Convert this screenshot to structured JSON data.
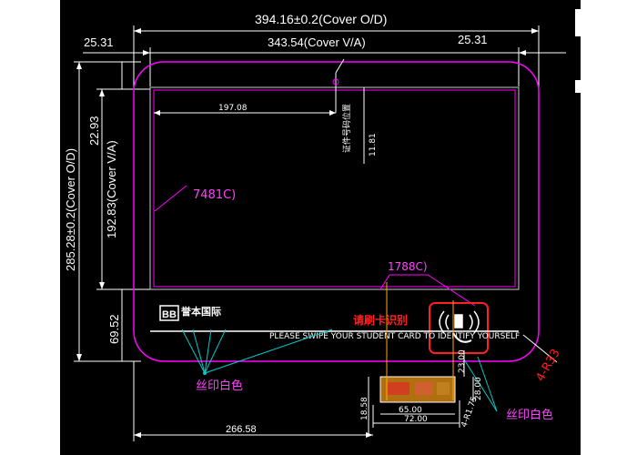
{
  "colors": {
    "background": "#000000",
    "dimension_lines": "#ffffff",
    "cover_outline": "#ff00ff",
    "viewing_area": "#ff00ff",
    "inner_frame": "#cccccc",
    "annotation_text": "#ff44ff",
    "card_zone": "#ff2020",
    "leader_lines": "#00cccc"
  },
  "dimensions": {
    "cover_width": "394.16±0.2(Cover O/D)",
    "va_width": "343.54(Cover  V/A)",
    "left_margin": "25.31",
    "right_margin": "25.31",
    "cover_height": "285.28±0.2(Cover O/D)",
    "va_height": "192.83(Cover  V/A)",
    "top_margin": "22.93",
    "bottom_margin": "69.52",
    "inner_width": "197.08",
    "inner_offset_top": "11.81",
    "fpc_offset": "266.58",
    "fpc_bottom": "18.58",
    "fpc_width_a": "65.00",
    "fpc_width_b": "72.00",
    "fpc_height_a": "23.00",
    "fpc_height_b": "28.00",
    "fpc_radius": "4-R1.75",
    "corner_radius": "4-R33"
  },
  "annotations": {
    "color_7481c": "7481C)",
    "color_1788c": "1788C)",
    "silkscreen_white_left": "丝印白色",
    "silkscreen_white_right": "丝印白色",
    "card_prompt": "请刷卡识别",
    "vertical_note": "证件号码位置"
  },
  "logo": {
    "mark": "BB",
    "name": "誉本国际"
  },
  "screen_text": {
    "hint": "PLEASE SWIPE YOUR STUDENT CARD TO IDENTIFY YOURSELF"
  },
  "icons": {
    "nfc": "nfc-hand-icon",
    "logo": "brand-logo-icon"
  }
}
